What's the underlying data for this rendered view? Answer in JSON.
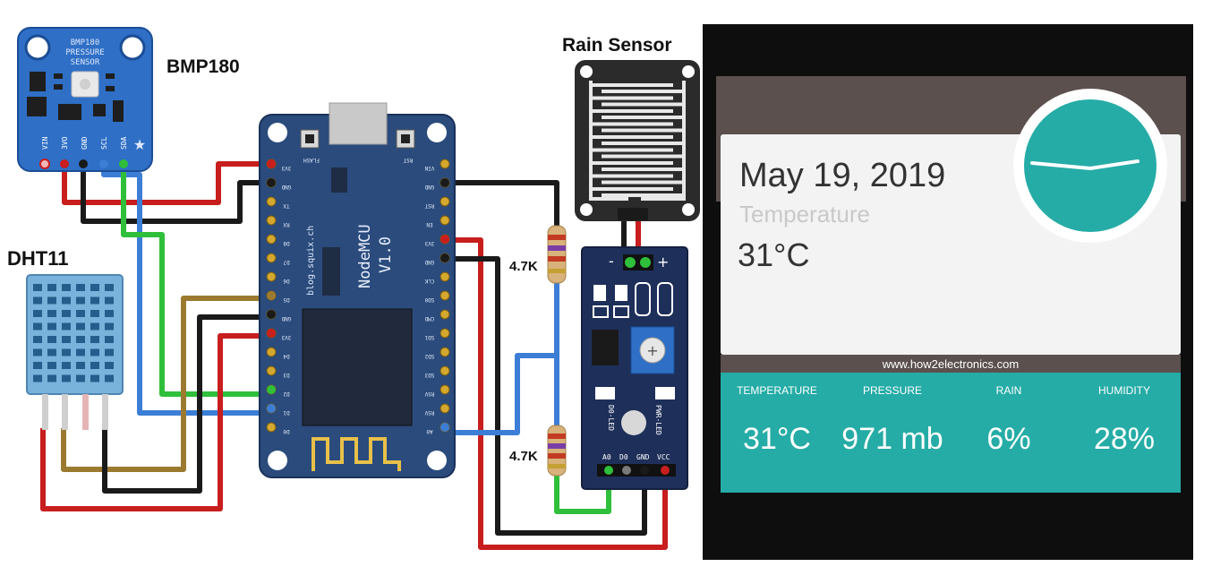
{
  "labels": {
    "bmp180": "BMP180",
    "dht11": "DHT11",
    "rain_sensor": "Rain Sensor",
    "resistor_top": "4.7K",
    "resistor_bottom": "4.7K"
  },
  "bmp180_board": {
    "title_line1": "BMP180",
    "title_line2": "PRESSURE",
    "title_line3": "SENSOR",
    "pins": [
      "VIN",
      "3VO",
      "GND",
      "SCL",
      "SDA"
    ]
  },
  "nodemcu": {
    "name_line1": "NodeMCU",
    "name_line2": "V1.0",
    "site": "blog.squix.ch",
    "button_left": "FLASH",
    "button_right": "RST",
    "left_pins": [
      "3V3",
      "GND",
      "TX",
      "RX",
      "D8",
      "D7",
      "D6",
      "D5",
      "GND",
      "3V3",
      "D4",
      "D3",
      "D2",
      "D1",
      "D0"
    ],
    "right_pins": [
      "VIN",
      "GND",
      "RST",
      "EN",
      "3V3",
      "GND",
      "CLK",
      "SD0",
      "CMD",
      "SD1",
      "SD2",
      "SD3",
      "RSV",
      "RSV",
      "A0"
    ]
  },
  "rain_module": {
    "plus": "+",
    "minus": "-",
    "pins": [
      "A0",
      "D0",
      "GND",
      "VCC"
    ],
    "led_left": "D0-LED",
    "led_right": "PWR-LED"
  },
  "phone": {
    "date": "May 19, 2019",
    "temperature_label": "Temperature",
    "temperature_value": "31°C",
    "website": "www.how2electronics.com",
    "stats": [
      {
        "label": "TEMPERATURE",
        "value": "31°C"
      },
      {
        "label": "PRESSURE",
        "value": "971 mb"
      },
      {
        "label": "RAIN",
        "value": "6%"
      },
      {
        "label": "HUMIDITY",
        "value": "28%"
      }
    ],
    "colors": {
      "teal": "#26aca6",
      "header": "#5b504d",
      "card": "#f3f3f3",
      "frame": "#0e0e0e"
    }
  },
  "wire_colors": {
    "red": "#c81e1e",
    "black": "#1a1a1a",
    "blue": "#3c7ed6",
    "green": "#2fbf3a",
    "brown": "#9b7a30"
  }
}
